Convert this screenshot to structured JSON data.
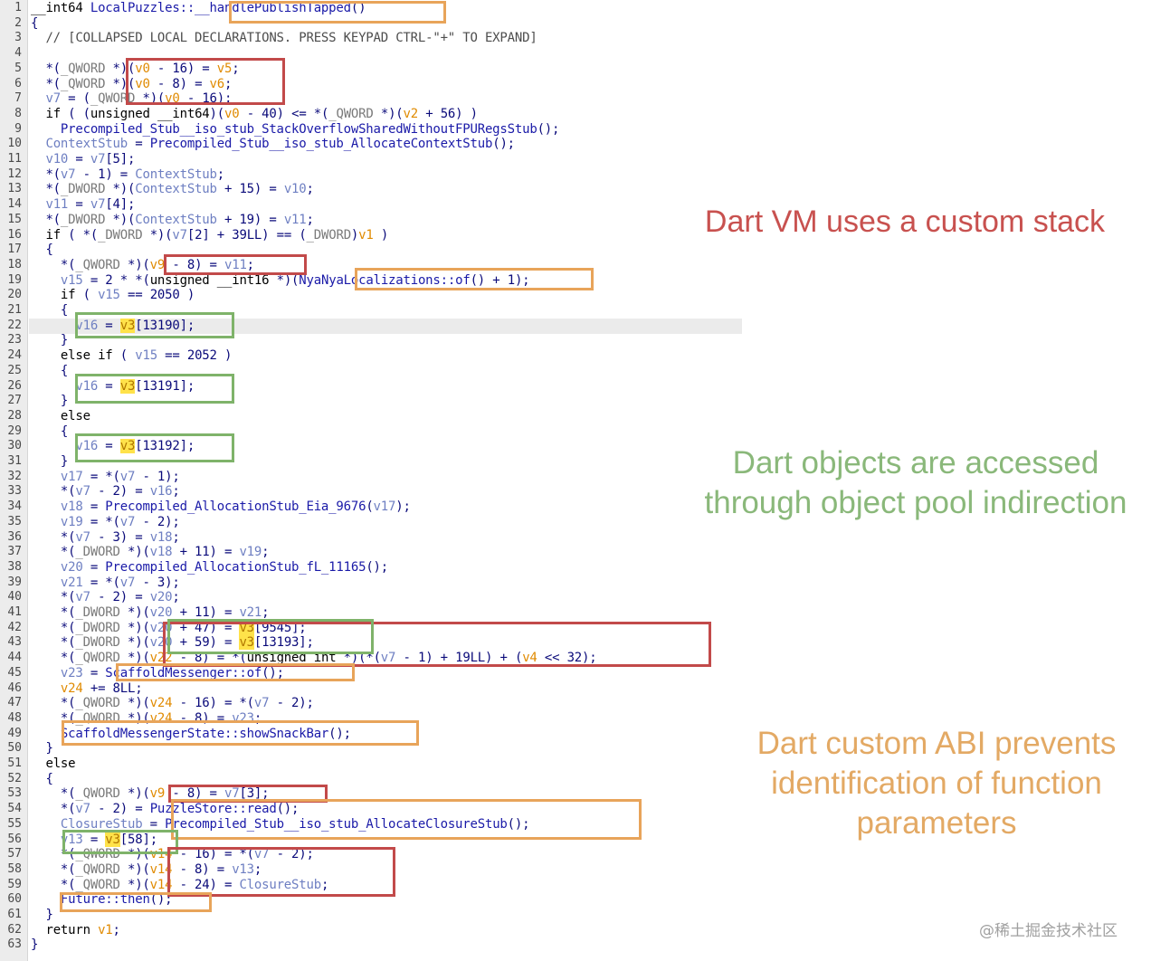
{
  "lines": [
    "__int64 LocalPuzzles::__handlePublishTapped()",
    "{",
    "  // [COLLAPSED LOCAL DECLARATIONS. PRESS KEYPAD CTRL-\"+\" TO EXPAND]",
    "",
    "  *(_QWORD *)(v0 - 16) = v5;",
    "  *(_QWORD *)(v0 - 8) = v6;",
    "  v7 = (_QWORD *)(v0 - 16);",
    "  if ( (unsigned __int64)(v0 - 40) <= *(_QWORD *)(v2 + 56) )",
    "    Precompiled_Stub__iso_stub_StackOverflowSharedWithoutFPURegsStub();",
    "  ContextStub = Precompiled_Stub__iso_stub_AllocateContextStub();",
    "  v10 = v7[5];",
    "  *(v7 - 1) = ContextStub;",
    "  *(_DWORD *)(ContextStub + 15) = v10;",
    "  v11 = v7[4];",
    "  *(_DWORD *)(ContextStub + 19) = v11;",
    "  if ( *(_DWORD *)(v7[2] + 39LL) == (_DWORD)v1 )",
    "  {",
    "    *(_QWORD *)(v9 - 8) = v11;",
    "    v15 = 2 * *(unsigned __int16 *)(NyaNyaLocalizations::of() + 1);",
    "    if ( v15 == 2050 )",
    "    {",
    "      v16 = v3[13190];",
    "    }",
    "    else if ( v15 == 2052 )",
    "    {",
    "      v16 = v3[13191];",
    "    }",
    "    else",
    "    {",
    "      v16 = v3[13192];",
    "    }",
    "    v17 = *(v7 - 1);",
    "    *(v7 - 2) = v16;",
    "    v18 = Precompiled_AllocationStub_Eia_9676(v17);",
    "    v19 = *(v7 - 2);",
    "    *(v7 - 3) = v18;",
    "    *(_DWORD *)(v18 + 11) = v19;",
    "    v20 = Precompiled_AllocationStub_fL_11165();",
    "    v21 = *(v7 - 3);",
    "    *(v7 - 2) = v20;",
    "    *(_DWORD *)(v20 + 11) = v21;",
    "    *(_DWORD *)(v20 + 47) = v3[9545];",
    "    *(_DWORD *)(v20 + 59) = v3[13193];",
    "    *(_QWORD *)(v22 - 8) = *(unsigned int *)(*(v7 - 1) + 19LL) + (v4 << 32);",
    "    v23 = ScaffoldMessenger::of();",
    "    v24 += 8LL;",
    "    *(_QWORD *)(v24 - 16) = *(v7 - 2);",
    "    *(_QWORD *)(v24 - 8) = v23;",
    "    ScaffoldMessengerState::showSnackBar();",
    "  }",
    "  else",
    "  {",
    "    *(_QWORD *)(v9 - 8) = v7[3];",
    "    *(v7 - 2) = PuzzleStore::read();",
    "    ClosureStub = Precompiled_Stub__iso_stub_AllocateClosureStub();",
    "    v13 = v3[58];",
    "    *(_QWORD *)(v14 - 16) = *(v7 - 2);",
    "    *(_QWORD *)(v14 - 8) = v13;",
    "    *(_QWORD *)(v14 - 24) = ClosureStub;",
    "    Future::then();",
    "  }",
    "  return v1;",
    "}"
  ],
  "annotations": {
    "stack": "Dart VM uses a custom stack",
    "pool": [
      "Dart objects are accessed",
      "through object pool indirection"
    ],
    "abi": [
      "Dart custom ABI prevents",
      "identification of function",
      "parameters"
    ]
  },
  "watermark": "@稀土掘金技术社区",
  "colors": {
    "red_box": "#c24a4a",
    "orange_box": "#e8a45a",
    "green_box": "#7fb36a",
    "stack_note": "#c8514f",
    "pool_note": "#8ab87a",
    "abi_note": "#e3a964"
  }
}
